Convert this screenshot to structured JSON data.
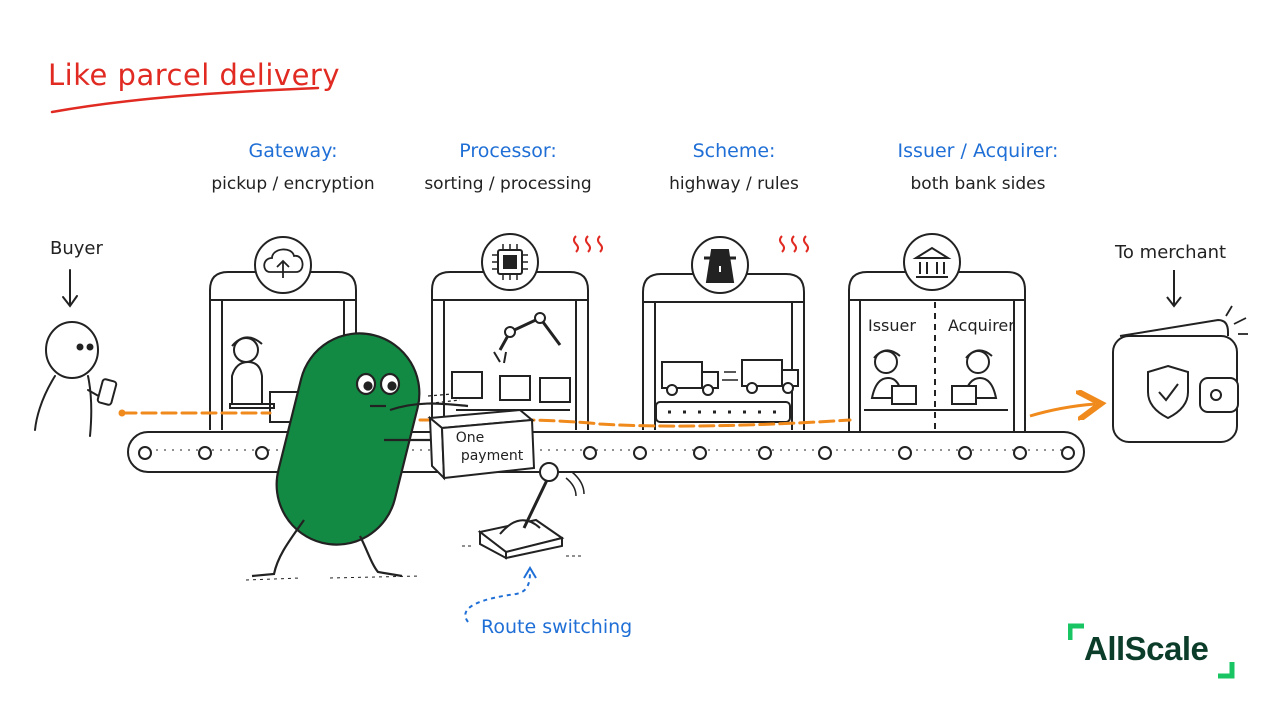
{
  "headline": "Like parcel delivery",
  "stages": [
    {
      "title": "Gateway:",
      "subtitle": "pickup / encryption",
      "icon": "cloud-upload-icon"
    },
    {
      "title": "Processor:",
      "subtitle": "sorting / processing",
      "icon": "chip-icon"
    },
    {
      "title": "Scheme:",
      "subtitle": "highway / rules",
      "icon": "highway-icon"
    },
    {
      "title": "Issuer / Acquirer:",
      "subtitle": "both bank sides",
      "icon": "bank-icon"
    }
  ],
  "booth_labels": {
    "issuer": "Issuer",
    "acquirer": "Acquirer"
  },
  "buyer_label": "Buyer",
  "merchant_label": "To merchant",
  "package_label_line1": "One",
  "package_label_line2": "payment",
  "route_label": "Route switching",
  "logo_text": "AllScale",
  "colors": {
    "accent_blue": "#1f6fd6",
    "headline_red": "#e02a22",
    "flow_orange": "#f08a1c",
    "mascot_green": "#138a43",
    "logo_green": "#19c463"
  }
}
